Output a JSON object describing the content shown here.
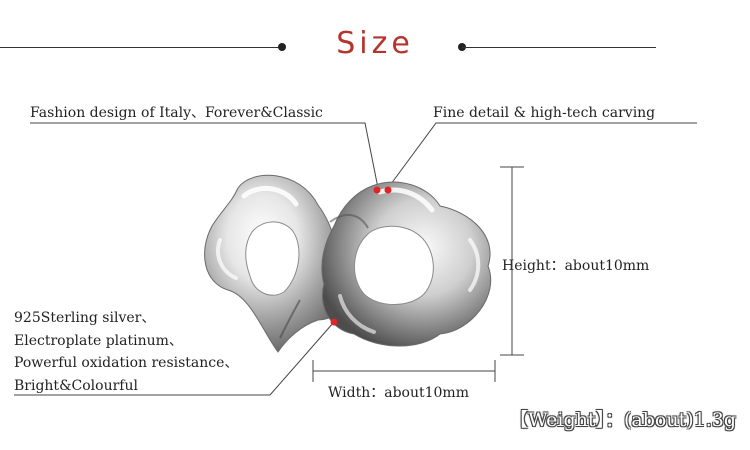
{
  "title": "Size",
  "labels": {
    "design": "Fashion design of Italy、Forever&Classic",
    "detail": "Fine detail & high-tech carving",
    "height": "Height：about10mm",
    "width": "Width：about10mm",
    "material": [
      "925Sterling silver、",
      "Electroplate platinum、",
      "Powerful oxidation resistance、",
      "Bright&Colourful"
    ]
  },
  "weight": "【Weight】：(about)1.3g",
  "colors": {
    "title": "#b5342b",
    "marker": "#e0242a",
    "silver": "#c9c9c9"
  }
}
